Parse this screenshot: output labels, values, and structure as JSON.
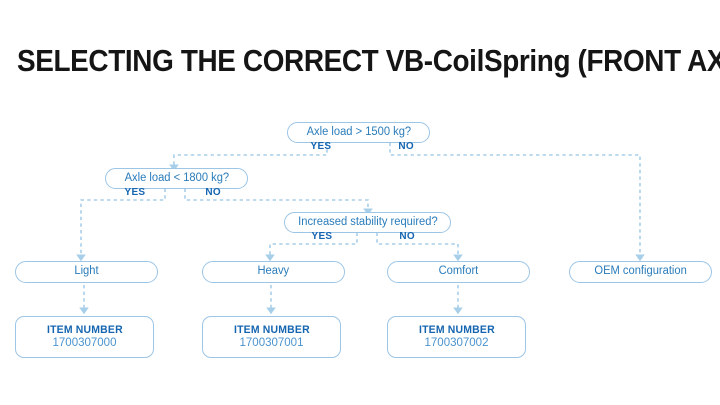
{
  "page": {
    "title": "SELECTING THE CORRECT VB-CoilSpring (FRONT AXLE)",
    "background_color": "#ffffff"
  },
  "colors": {
    "title_text": "#151515",
    "node_border": "#9cc5e6",
    "node_text": "#2a7cba",
    "branch_label": "#1565b0",
    "item_head": "#1565b0",
    "item_number": "#4a93cf",
    "connector": "#a8cfe9"
  },
  "flowchart": {
    "type": "decision-tree",
    "decisions": [
      {
        "id": "d1",
        "label": "Axle load > 1500 kg?",
        "yes_label": "YES",
        "no_label": "NO",
        "yes_target": "d2",
        "no_target": "r4"
      },
      {
        "id": "d2",
        "label": "Axle load < 1800 kg?",
        "yes_label": "YES",
        "no_label": "NO",
        "yes_target": "r1",
        "no_target": "d3"
      },
      {
        "id": "d3",
        "label": "Increased stability required?",
        "yes_label": "YES",
        "no_label": "NO",
        "yes_target": "r2",
        "no_target": "r3"
      }
    ],
    "results": [
      {
        "id": "r1",
        "label": "Light",
        "item_target": "i1"
      },
      {
        "id": "r2",
        "label": "Heavy",
        "item_target": "i2"
      },
      {
        "id": "r3",
        "label": "Comfort",
        "item_target": "i3"
      },
      {
        "id": "r4",
        "label": "OEM configuration",
        "item_target": null
      }
    ],
    "item_boxes": [
      {
        "id": "i1",
        "heading": "ITEM NUMBER",
        "number": "1700307000"
      },
      {
        "id": "i2",
        "heading": "ITEM NUMBER",
        "number": "1700307001"
      },
      {
        "id": "i3",
        "heading": "ITEM NUMBER",
        "number": "1700307002"
      }
    ]
  }
}
